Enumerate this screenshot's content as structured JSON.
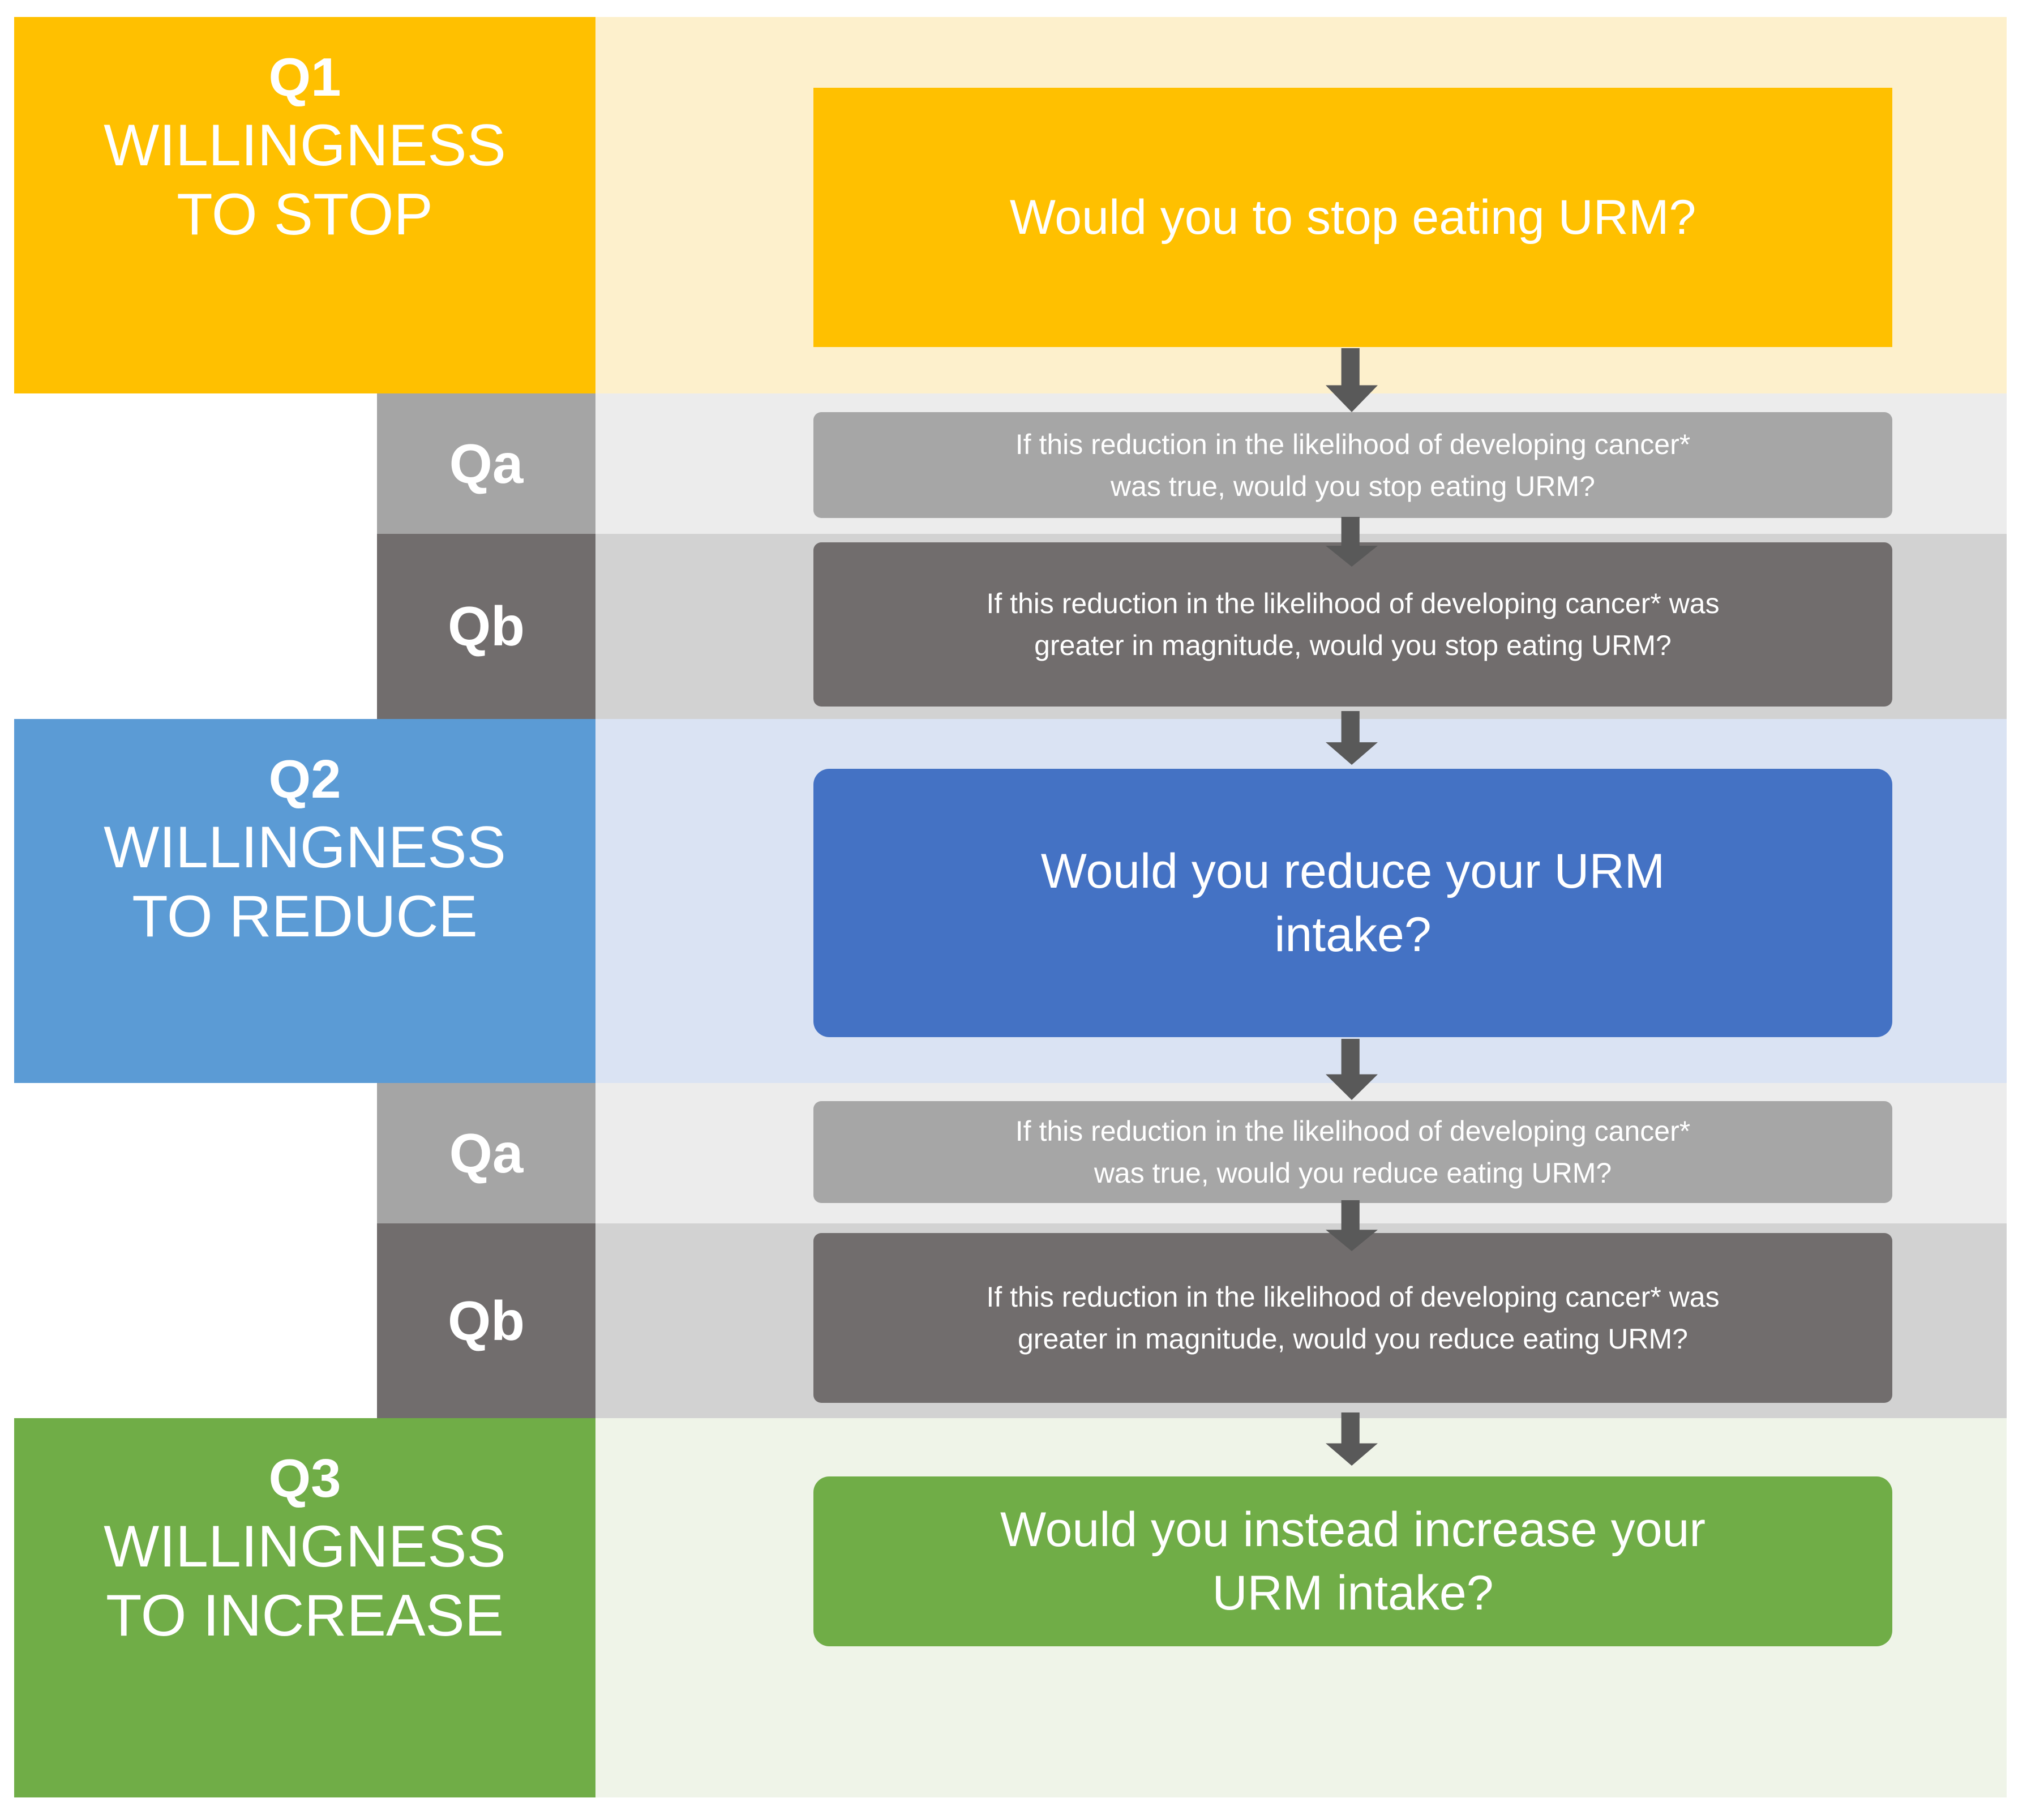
{
  "palette": {
    "q1_accent": "#FFC000",
    "q1_row_bg": "#FDF0CC",
    "q2_label": "#5B9BD5",
    "q2_box": "#4472C4",
    "q2_row_bg": "#DAE3F3",
    "q3_accent": "#70AD47",
    "q3_row_bg": "#EFF4E8",
    "qa_gray": "#A6A6A6",
    "qa_row_bg": "#ECECEC",
    "qb_gray": "#716D6D",
    "qb_row_bg": "#D2D2D2",
    "arrow_gray": "#595959",
    "text_on_color": "#FFFFFF"
  },
  "sections": [
    {
      "label": {
        "code": "Q1",
        "line1": "WILLINGNESS",
        "line2": "TO STOP"
      },
      "main_lines": {
        "0": "Would you to stop eating URM?"
      },
      "sub": [
        {
          "code": "Qa",
          "lines": {
            "0": "If this reduction in the likelihood of developing cancer*",
            "1": "was true, would you stop eating URM?"
          }
        },
        {
          "code": "Qb",
          "lines": {
            "0": "If this reduction in the likelihood of developing cancer* was",
            "1": "greater in magnitude, would you stop eating URM?"
          }
        }
      ]
    },
    {
      "label": {
        "code": "Q2",
        "line1": "WILLINGNESS",
        "line2": "TO REDUCE"
      },
      "main_lines": {
        "0": "Would you reduce your URM",
        "1": "intake?"
      },
      "sub": [
        {
          "code": "Qa",
          "lines": {
            "0": "If this reduction in the likelihood of developing cancer*",
            "1": "was true, would you reduce eating URM?"
          }
        },
        {
          "code": "Qb",
          "lines": {
            "0": "If this reduction in the likelihood of developing cancer* was",
            "1": "greater in magnitude, would you reduce eating URM?"
          }
        }
      ]
    },
    {
      "label": {
        "code": "Q3",
        "line1": "WILLINGNESS",
        "line2": "TO INCREASE"
      },
      "main_lines": {
        "0": "Would you instead increase your",
        "1": "URM intake?"
      },
      "sub": []
    }
  ]
}
